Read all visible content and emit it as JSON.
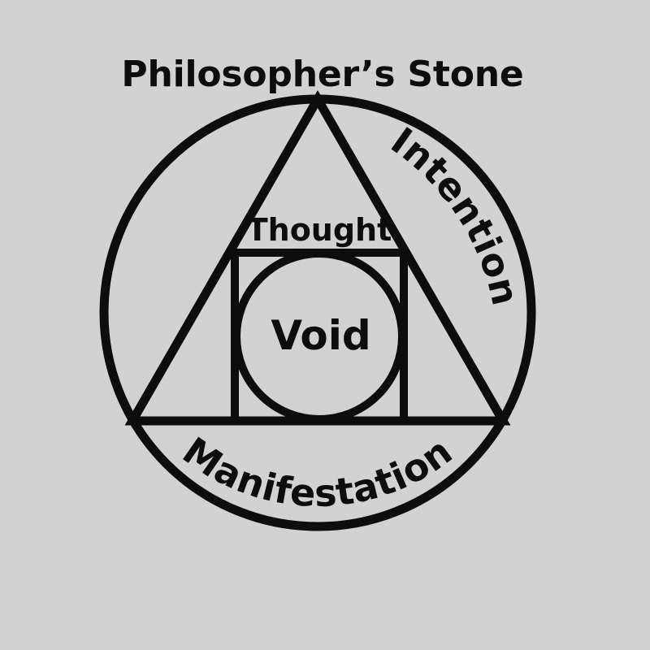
{
  "figure": {
    "title": "Philosopher's Stone",
    "background_color": "#d2d2d2",
    "ink_color": "#0d0d0d",
    "labels": {
      "top": "Philosopher’s Stone",
      "right": "Intention",
      "bottom": "Manifestation",
      "upper_inner": "Thought",
      "center": "Void"
    },
    "shapes": {
      "outer_circle": "outer-circle",
      "triangle": "equilateral-triangle",
      "square": "square",
      "inner_circle": "inner-circle"
    }
  }
}
